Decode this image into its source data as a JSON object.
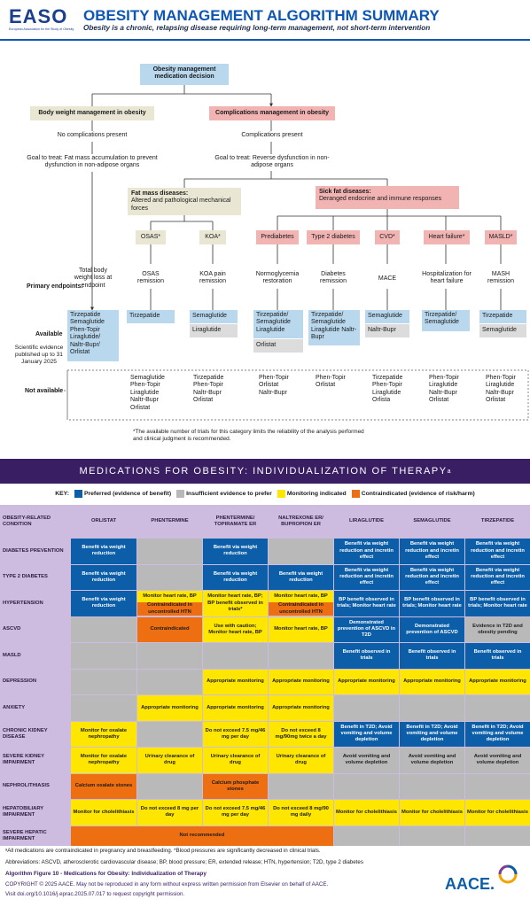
{
  "header": {
    "logo_text": "EASO",
    "logo_sub": "European Association for the Study of Obesity",
    "title": "OBESITY MANAGEMENT ALGORITHM SUMMARY",
    "subtitle": "Obesity is a chronic, relapsing disease requiring long-term management, not short-term intervention"
  },
  "flow": {
    "root": "Obesity management medication decision",
    "left_head": "Body weight management in obesity",
    "right_head": "Complications management in obesity",
    "left_present": "No complications present",
    "right_present": "Complications present",
    "left_goal": "Goal to treat: Fat mass accumulation to prevent dysfunction in non-adipose organs",
    "right_goal": "Goal to treat: Reverse dysfunction in non-adipose organs",
    "fat_mass_title": "Fat mass diseases:",
    "fat_mass_desc": "Altered and pathological mechanical forces",
    "sick_fat_title": "Sick fat diseases:",
    "sick_fat_desc": "Deranged endocrine and immune responses",
    "diseases": [
      "OSAS*",
      "KOA*",
      "Prediabetes",
      "Type 2 diabetes",
      "CVD*",
      "Heart failure*",
      "MASLD*"
    ],
    "endpoints": [
      "Total body weight loss at endpoint",
      "OSAS remission",
      "KOA pain remission",
      "Normoglycemia restoration",
      "Diabetes remission",
      "MACE",
      "Hospitalization for heart failure",
      "MASH remission"
    ],
    "primary_endpoints_label": "Primary endpoints:",
    "available_label": "Available",
    "scientific_evidence": "Scientific evidence published up to 31 January 2025",
    "not_available_label": "Not available",
    "available_blue": [
      "Tirzepatide Semaglutide Phen-Topir Liraglutide/ Naltr-Bupr/ Orlistat",
      "Tirzepatide",
      "Semaglutide",
      "Tirzepatide/ Semaglutide Liraglutide",
      "Tirzepatide/ Semaglutide Liraglutide Naltr-Bupr",
      "Semaglutide",
      "Tirzepatide/ Semaglutide",
      "Tirzepatide"
    ],
    "available_gray": [
      "",
      "",
      "Liraglutide",
      "Orlistat",
      "",
      "Naltr-Bupr",
      "",
      "Semaglutide"
    ],
    "not_available": [
      [
        "Semaglutide",
        "Phen-Topir",
        "Liraglutide",
        "Naltr-Bupr",
        "Orlistat"
      ],
      [
        "Tirzepatide",
        "Phen-Topir",
        "Naltr-Bupr",
        "Orlistat"
      ],
      [
        "Phen-Topir",
        "Orlistat",
        "Naltr-Bupr"
      ],
      [
        "Phen-Topir",
        "Orlistat"
      ],
      [
        "Tirzepatide",
        "Phen-Topir",
        "Liraglutide",
        "Orlista"
      ],
      [
        "Phen-Topir",
        "Liraglutide",
        "Naltr-Bupr",
        "Orlistat"
      ],
      [
        "Phen-Topir",
        "Liraglutide",
        "Naltr-Bupr",
        "Orlistat"
      ]
    ],
    "footnote": "*The available number of trials for this category limits the reliability of the analysis performed and clinical judgment is recommended."
  },
  "individualization": {
    "banner": "MEDICATIONS FOR OBESITY: INDIVIDUALIZATION OF THERAPY",
    "banner_sup": "a",
    "key_label": "KEY:",
    "key": [
      {
        "label": "Preferred (evidence of benefit)",
        "color": "#0c5ea8"
      },
      {
        "label": "Insufficient evidence to prefer",
        "color": "#b9b9b9"
      },
      {
        "label": "Monitoring indicated",
        "color": "#ffe600"
      },
      {
        "label": "Contraindicated (evidence of risk/harm)",
        "color": "#ee6f12"
      }
    ],
    "corner": "OBESITY-RELATED CONDITION",
    "columns": [
      "ORLISTAT",
      "PHENTERMINE",
      "PHENTERMINE/ TOPIRAMATE ER",
      "NALTREXONE ER/ BUPROPION ER",
      "LIRAGLUTIDE",
      "SEMAGLUTIDE",
      "TIRZEPATIDE"
    ],
    "rows": [
      {
        "label": "DIABETES PREVENTION",
        "cells": [
          [
            "blue",
            "Benefit via weight reduction"
          ],
          [
            "gray",
            ""
          ],
          [
            "blue",
            "Benefit via weight reduction"
          ],
          [
            "gray",
            ""
          ],
          [
            "blue",
            "Benefit via weight reduction and incretin effect"
          ],
          [
            "blue",
            "Benefit via weight reduction and incretin effect"
          ],
          [
            "blue",
            "Benefit via weight reduction and incretin effect"
          ]
        ]
      },
      {
        "label": "TYPE 2 DIABETES",
        "cells": [
          [
            "blue",
            "Benefit via weight reduction"
          ],
          [
            "gray",
            ""
          ],
          [
            "blue",
            "Benefit via weight reduction"
          ],
          [
            "blue",
            "Benefit via weight reduction"
          ],
          [
            "blue",
            "Benefit via weight reduction and incretin effect"
          ],
          [
            "blue",
            "Benefit via weight reduction and incretin effect"
          ],
          [
            "blue",
            "Benefit via weight reduction and incretin effect"
          ]
        ]
      },
      {
        "label": "HYPERTENSION",
        "cells": [
          [
            "blue",
            "Benefit via weight reduction"
          ],
          [
            "split",
            "Monitor heart rate, BP",
            "Contraindicated in uncontrolled HTN"
          ],
          [
            "yel",
            "Monitor heart rate, BP; BP benefit observed in trials*"
          ],
          [
            "split",
            "Monitor heart rate, BP",
            "Contraindicated in uncontrolled HTN"
          ],
          [
            "blue",
            "BP benefit observed in trials; Monitor heart rate"
          ],
          [
            "blue",
            "BP benefit observed in trials; Monitor heart rate"
          ],
          [
            "blue",
            "BP benefit observed in trials; Monitor heart rate"
          ]
        ]
      },
      {
        "label": "ASCVD",
        "cells": [
          [
            "gray",
            ""
          ],
          [
            "ora",
            "Contraindicated"
          ],
          [
            "yel",
            "Use with caution; Monitor heart rate, BP"
          ],
          [
            "yel",
            "Monitor heart rate, BP"
          ],
          [
            "blue",
            "Demonstrated prevention of ASCVD in T2D"
          ],
          [
            "blue",
            "Demonstrated prevention of ASCVD"
          ],
          [
            "gray",
            "Evidence in T2D and obesity pending"
          ]
        ]
      },
      {
        "label": "MASLD",
        "cells": [
          [
            "gray",
            ""
          ],
          [
            "gray",
            ""
          ],
          [
            "gray",
            ""
          ],
          [
            "gray",
            ""
          ],
          [
            "blue",
            "Benefit observed in trials"
          ],
          [
            "blue",
            "Benefit observed in trials"
          ],
          [
            "blue",
            "Benefit observed in trials"
          ]
        ]
      },
      {
        "label": "DEPRESSION",
        "cells": [
          [
            "gray",
            ""
          ],
          [
            "gray",
            ""
          ],
          [
            "yel",
            "Appropriate monitoring"
          ],
          [
            "yel",
            "Appropriate monitoring"
          ],
          [
            "yel",
            "Appropriate monitoring"
          ],
          [
            "yel",
            "Appropriate monitoring"
          ],
          [
            "yel",
            "Appropriate monitoring"
          ]
        ]
      },
      {
        "label": "ANXIETY",
        "cells": [
          [
            "gray",
            ""
          ],
          [
            "yel",
            "Appropriate monitoring"
          ],
          [
            "yel",
            "Appropriate monitoring"
          ],
          [
            "yel",
            "Appropriate monitoring"
          ],
          [
            "gray",
            ""
          ],
          [
            "gray",
            ""
          ],
          [
            "gray",
            ""
          ]
        ]
      },
      {
        "label": "CHRONIC KIDNEY DISEASE",
        "cells": [
          [
            "yel",
            "Monitor for oxalate nephropathy"
          ],
          [
            "gray",
            ""
          ],
          [
            "yel",
            "Do not exceed 7.5 mg/46 mg per day"
          ],
          [
            "yel",
            "Do not exceed 8 mg/90mg twice a day"
          ],
          [
            "blue",
            "Benefit in T2D; Avoid vomiting and volume depletion"
          ],
          [
            "blue",
            "Benefit in T2D; Avoid vomiting and volume depletion"
          ],
          [
            "blue",
            "Benefit in T2D; Avoid vomiting and volume depletion"
          ]
        ]
      },
      {
        "label": "SEVERE KIDNEY IMPAIRMENT",
        "cells": [
          [
            "yel",
            "Monitor for oxalate nephropathy"
          ],
          [
            "yel",
            "Urinary clearance of drug"
          ],
          [
            "yel",
            "Urinary clearance of drug"
          ],
          [
            "yel",
            "Urinary clearance of drug"
          ],
          [
            "gray",
            "Avoid vomiting and volume depletion"
          ],
          [
            "gray",
            "Avoid vomiting and volume depletion"
          ],
          [
            "gray",
            "Avoid vomiting and volume depletion"
          ]
        ]
      },
      {
        "label": "NEPHROLITHIASIS",
        "cells": [
          [
            "ora",
            "Calcium oxalate stones"
          ],
          [
            "gray",
            ""
          ],
          [
            "ora",
            "Calcium phosphate stones"
          ],
          [
            "gray",
            ""
          ],
          [
            "gray",
            ""
          ],
          [
            "gray",
            ""
          ],
          [
            "gray",
            ""
          ]
        ]
      },
      {
        "label": "HEPATOBILIARY IMPAIRMENT",
        "cells": [
          [
            "yel",
            "Monitor for cholelithiasis"
          ],
          [
            "yel",
            "Do not exceed 8 mg per day"
          ],
          [
            "yel",
            "Do not exceed 7.5 mg/46 mg per day"
          ],
          [
            "yel",
            "Do not exceed 8 mg/90 mg daily"
          ],
          [
            "yel",
            "Monitor for cholelithiasis"
          ],
          [
            "yel",
            "Monitor for cholelithiasis"
          ],
          [
            "yel",
            "Monitor for cholelithiasis"
          ]
        ]
      }
    ],
    "last_row_label": "SEVERE HEPATIC IMPAIRMENT",
    "last_row_text": "Not recommended",
    "foot1": "ᵃAll medications are contraindicated in pregnancy and breastfeeding.   *Blood pressures are significantly decreased in clinical trials.",
    "abbrev_label": "Abbreviations:",
    "abbrev": "ASCVD, atherosclerotic cardiovascular disease; BP, blood pressure; ER, extended release; HTN, hypertension; T2D, type 2 diabetes",
    "fig_title": "Algorithm Figure 10 - Medications for Obesity: Individualization of Therapy",
    "copyright": "COPYRIGHT © 2025 AACE. May not be reproduced in any form without express written permission from Elsevier on behalf of AACE.",
    "doi": "Visit doi.org/10.1016/j.eprac.2025.07.017 to request copyright permission.",
    "aace_logo": "AACE."
  }
}
